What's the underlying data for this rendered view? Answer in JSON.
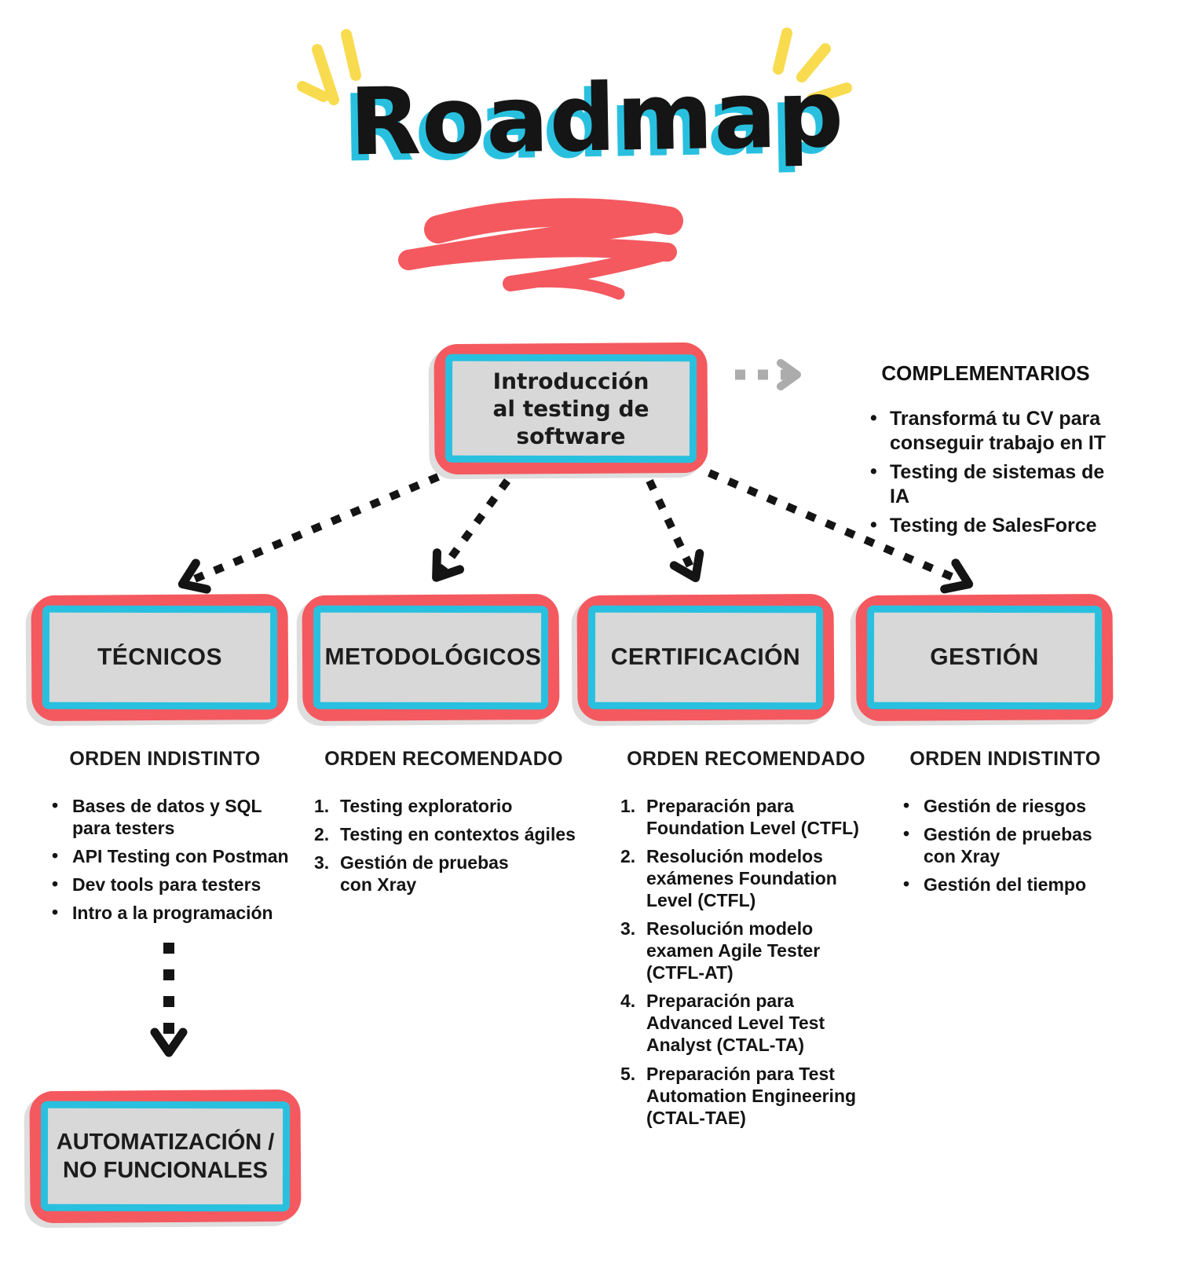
{
  "title": "Roadmap",
  "colors": {
    "red": "#F4595F",
    "cyan": "#29C0DF",
    "box-fill": "#D8D8D8",
    "yellow": "#F8DB4F",
    "arrow-black": "#141414",
    "arrow-gray": "#ACACAC",
    "text": "#141414"
  },
  "root_node": {
    "label": "Introducción al testing de software"
  },
  "complementarios": {
    "heading": "COMPLEMENTARIOS",
    "items": [
      "Transformá tu CV para conseguir trabajo en IT",
      "Testing de sistemas de IA",
      "Testing de SalesForce"
    ]
  },
  "branches": [
    {
      "title": "TÉCNICOS",
      "order_label": "ORDEN INDISTINTO",
      "list_type": "bullet",
      "items": [
        "Bases de datos y SQL para testers",
        "API Testing con Postman",
        "Dev tools para testers",
        "Intro a la programación"
      ]
    },
    {
      "title": "METODOLÓGICOS",
      "order_label": "ORDEN RECOMENDADO",
      "list_type": "numbered",
      "items": [
        "Testing exploratorio",
        "Testing en contextos ágiles",
        "Gestión de pruebas con Xray"
      ]
    },
    {
      "title": "CERTIFICACIÓN",
      "order_label": "ORDEN RECOMENDADO",
      "list_type": "numbered",
      "items": [
        "Preparación para Foundation Level (CTFL)",
        "Resolución modelos exámenes Foundation Level (CTFL)",
        "Resolución modelo examen Agile Tester (CTFL-AT)",
        "Preparación para Advanced Level Test Analyst (CTAL-TA)",
        "Preparación para Test Automation Engineering (CTAL-TAE)"
      ]
    },
    {
      "title": "GESTIÓN",
      "order_label": "ORDEN INDISTINTO",
      "list_type": "bullet",
      "items": [
        "Gestión de riesgos",
        "Gestión de pruebas con Xray",
        "Gestión del tiempo"
      ]
    }
  ],
  "automation_node": {
    "label": "AUTOMATIZACIÓN / NO FUNCIONALES"
  }
}
